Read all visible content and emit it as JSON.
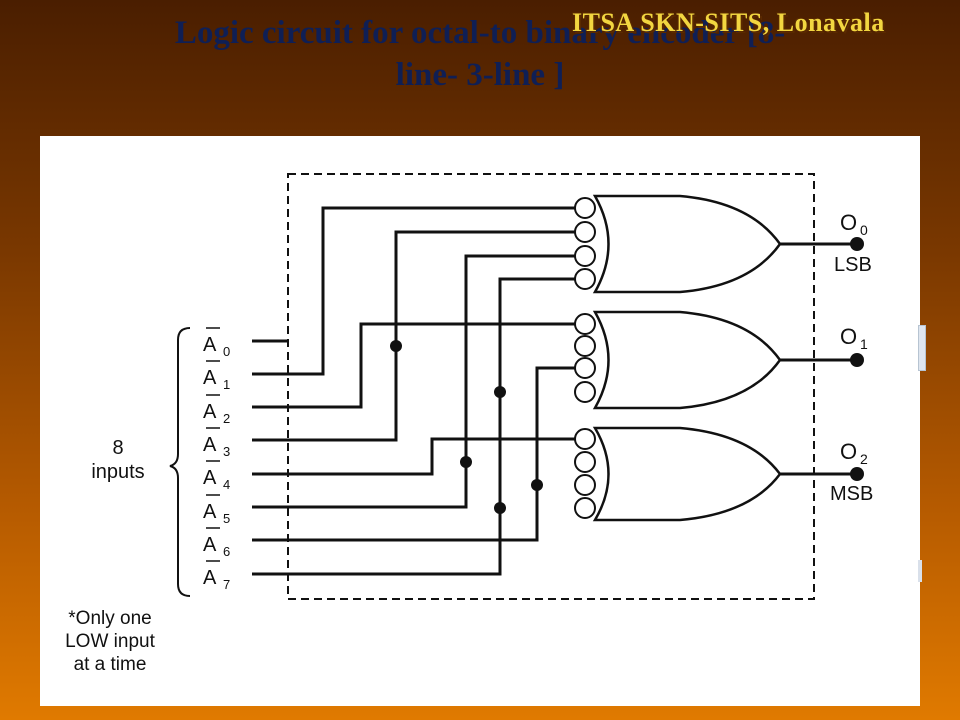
{
  "watermark": "ITSA SKN-SITS, Lonavala",
  "title": {
    "line1": "Logic circuit for octal-to binary encoder [8-",
    "line2": "line- 3-line ]"
  },
  "diagram": {
    "inputs_brace_label": [
      "8",
      "inputs"
    ],
    "input_labels": [
      "A",
      "A",
      "A",
      "A",
      "A",
      "A",
      "A",
      "A"
    ],
    "input_subscripts": [
      "0",
      "1",
      "2",
      "3",
      "4",
      "5",
      "6",
      "7"
    ],
    "outputs": [
      {
        "label": "O",
        "subscript": "0",
        "tag": "LSB"
      },
      {
        "label": "O",
        "subscript": "1",
        "tag": ""
      },
      {
        "label": "O",
        "subscript": "2",
        "tag": "MSB"
      }
    ],
    "note": [
      "*Only one",
      "LOW input",
      "at a time"
    ]
  },
  "colors": {
    "title": "#0f1f55",
    "watermark": "#f2d640",
    "wire": "#111111"
  }
}
